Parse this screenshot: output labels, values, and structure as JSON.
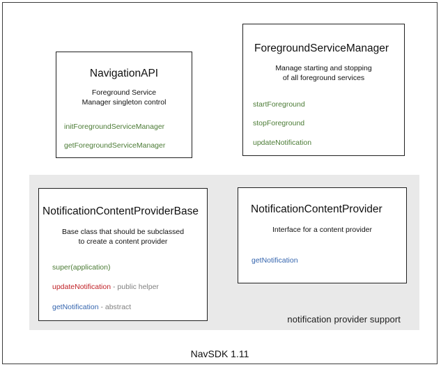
{
  "slide": {
    "footer": "NavSDK 1.11",
    "background": "#ffffff",
    "border_color": "#3b3b3b"
  },
  "palette": {
    "green": "#4b7b35",
    "red": "#c02026",
    "blue": "#3565ae",
    "gray_note": "#808080",
    "panel_bg": "#e9e9e9",
    "text": "#101010"
  },
  "group_panel": {
    "caption": "notification provider support",
    "background": "#e9e9e9"
  },
  "boxes": {
    "navigation_api": {
      "title": "NavigationAPI",
      "description_line1": "Foreground Service",
      "description_line2": "Manager singleton control",
      "members": [
        {
          "name": "initForegroundServiceManager",
          "note": "",
          "color": "#4b7b35"
        },
        {
          "name": "getForegroundServiceManager",
          "note": "",
          "color": "#4b7b35"
        }
      ]
    },
    "foreground_service_manager": {
      "title": "ForegroundServiceManager",
      "description_line1": "Manage starting and stopping",
      "description_line2": "of all foreground services",
      "members": [
        {
          "name": "startForeground",
          "note": "",
          "color": "#4b7b35"
        },
        {
          "name": "stopForeground",
          "note": "",
          "color": "#4b7b35"
        },
        {
          "name": "updateNotification",
          "note": "",
          "color": "#4b7b35"
        }
      ]
    },
    "notification_content_provider_base": {
      "title": "NotificationContentProviderBase",
      "description_line1": "Base class that should be subclassed",
      "description_line2": "to create a content provider",
      "members": [
        {
          "name": "super(application)",
          "note": "",
          "color": "#4b7b35"
        },
        {
          "name": "updateNotification",
          "note": " - public helper",
          "color": "#c02026"
        },
        {
          "name": "getNotification",
          "note": " - abstract",
          "color": "#3565ae"
        }
      ]
    },
    "notification_content_provider": {
      "title": "NotificationContentProvider",
      "description_line1": "Interface for a content provider",
      "description_line2": "",
      "members": [
        {
          "name": "getNotification",
          "note": "",
          "color": "#3565ae"
        }
      ]
    }
  }
}
